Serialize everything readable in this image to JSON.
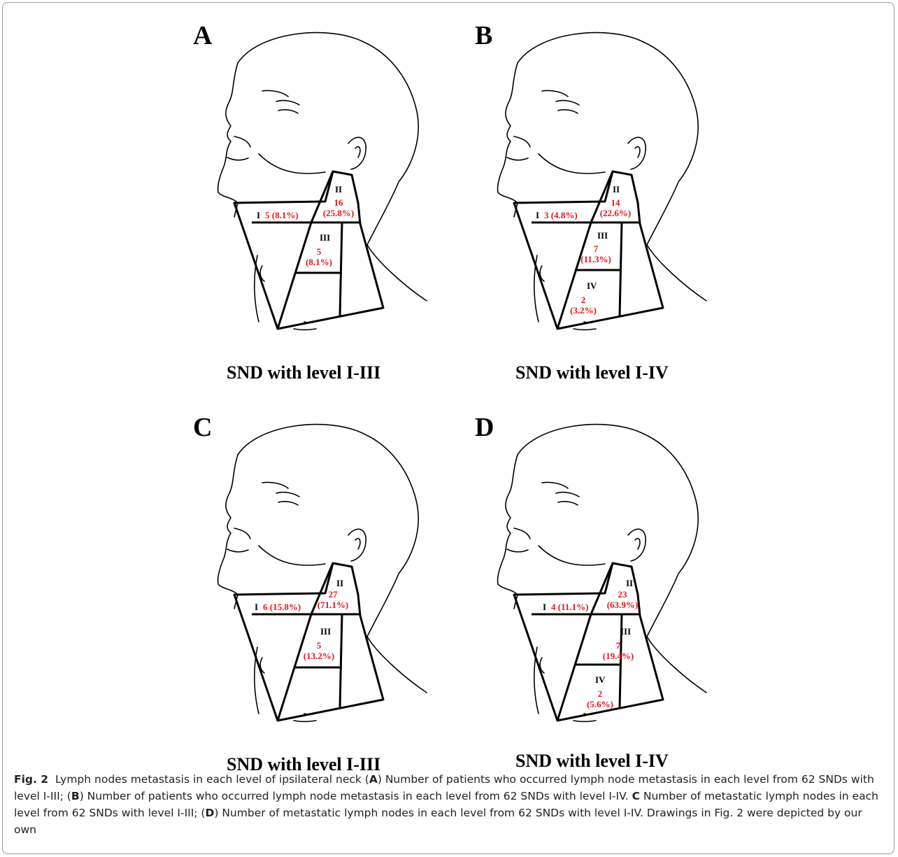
{
  "panels": [
    {
      "letter": "A",
      "caption": "SND with level I-III",
      "levels": {
        "I": "I",
        "II": "II",
        "III": "III"
      },
      "values": {
        "I": "5 (8.1%)",
        "II_n": "16",
        "II_p": "(25.8%)",
        "III_n": "5",
        "III_p": "(8.1%)"
      }
    },
    {
      "letter": "B",
      "caption": "SND with level I-IV",
      "levels": {
        "I": "I",
        "II": "II",
        "III": "III",
        "IV": "IV"
      },
      "values": {
        "I": "3 (4.8%)",
        "II_n": "14",
        "II_p": "(22.6%)",
        "III_n": "7",
        "III_p": "(11.3%)",
        "IV_n": "2",
        "IV_p": "(3.2%)"
      }
    },
    {
      "letter": "C",
      "caption": "SND with level I-III",
      "levels": {
        "I": "I",
        "II": "II",
        "III": "III"
      },
      "values": {
        "I": "6 (15.8%)",
        "II_n": "27",
        "II_p": "(71.1%)",
        "III_n": "5",
        "III_p": "(13.2%)"
      }
    },
    {
      "letter": "D",
      "caption": "SND with level I-IV",
      "levels": {
        "I": "I",
        "II": "II",
        "III": "III",
        "IV": "IV"
      },
      "values": {
        "I": "4 (11.1%)",
        "II_n": "23",
        "II_p": "(63.9%)",
        "III_n": "7",
        "III_p": "(19.4%)",
        "IV_n": "2",
        "IV_p": "(5.6%)"
      }
    }
  ],
  "figure_caption": {
    "label": "Fig. 2",
    "t1": "Lymph nodes metastasis in each level of ipsilateral neck (",
    "A": "A",
    "t2": ") Number of patients who occurred lymph node metastasis in each level from 62 SNDs with level I-III; (",
    "B": "B",
    "t3": ") Number of patients who occurred lymph node metastasis in each level from 62 SNDs with level I-IV. ",
    "C": "C",
    "t4": " Number of metastatic lymph nodes in each level from 62 SNDs with level I-III; (",
    "D": "D",
    "t5": ") Number of metastatic lymph nodes in each level from 62 SNDs with level I-IV. Drawings in Fig. 2 were depicted by our own"
  },
  "colors": {
    "value_text": "#e8141b",
    "line": "#000000"
  }
}
